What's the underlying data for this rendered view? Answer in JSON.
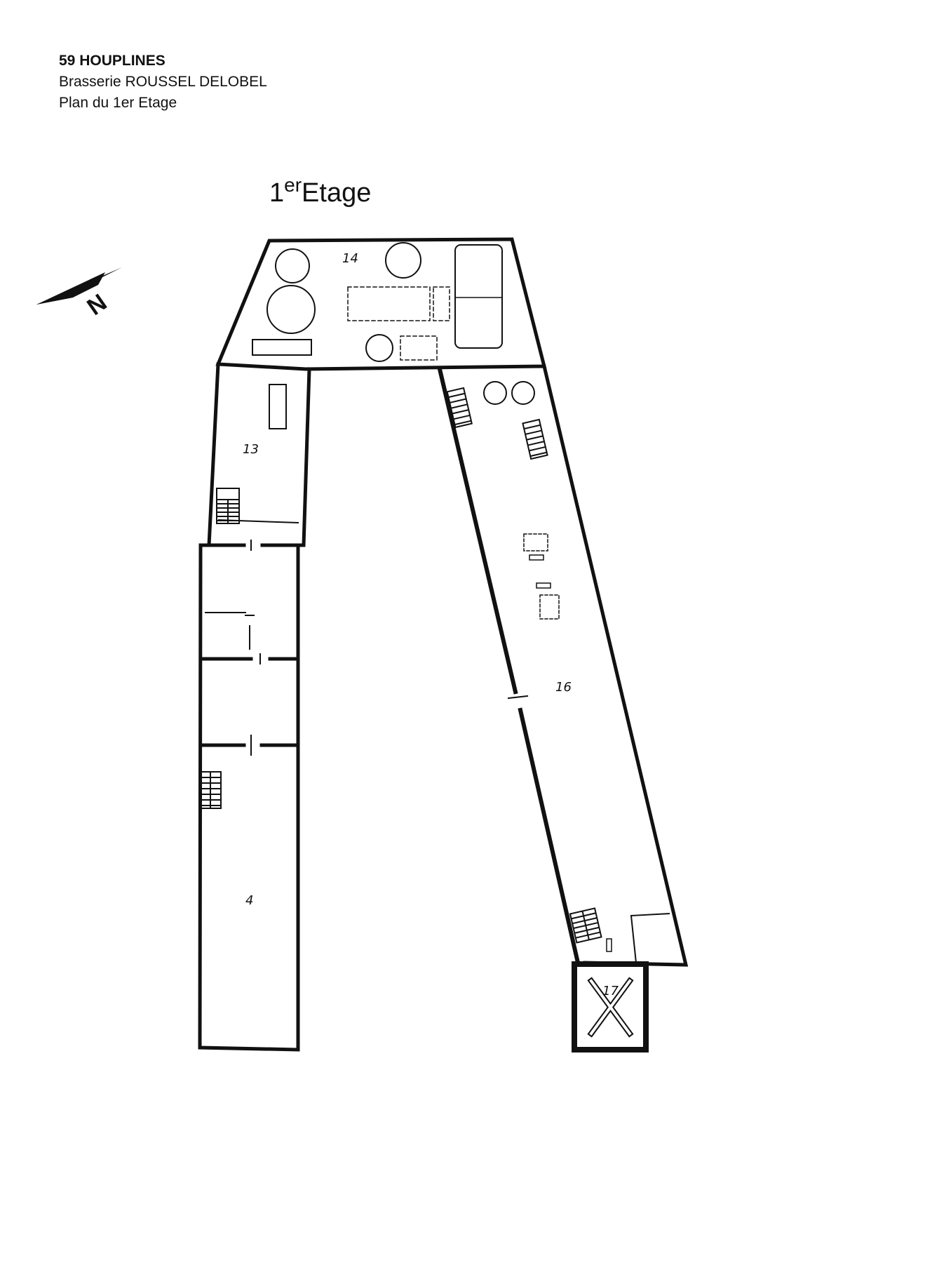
{
  "header": {
    "line1": "59 HOUPLINES",
    "line2": "Brasserie ROUSSEL DELOBEL",
    "line3": "Plan du 1er Etage"
  },
  "plan_title": {
    "number": "1",
    "suffix": "er",
    "word": "Etage"
  },
  "compass": {
    "letter": "N",
    "icon": "north-arrow-icon"
  },
  "rooms": {
    "r14": "14",
    "r13": "13",
    "r16": "16",
    "r4": "4",
    "r17": "17"
  }
}
